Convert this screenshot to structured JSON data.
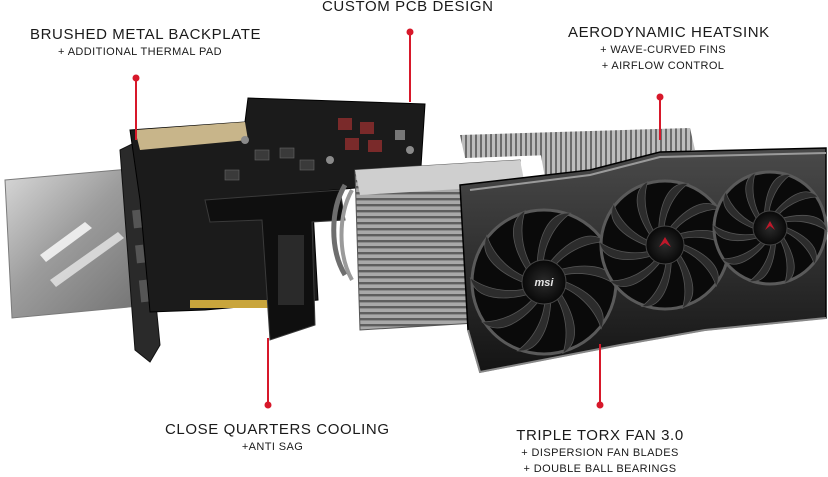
{
  "callouts": {
    "backplate": {
      "title": "BRUSHED METAL BACKPLATE",
      "lines": [
        "+ ADDITIONAL THERMAL PAD"
      ]
    },
    "pcb": {
      "title": "CUSTOM PCB DESIGN",
      "lines": []
    },
    "heatsink": {
      "title": "AERODYNAMIC HEATSINK",
      "lines": [
        "+ WAVE-CURVED FINS",
        "+ AIRFLOW CONTROL"
      ]
    },
    "cooling": {
      "title": "CLOSE QUARTERS COOLING",
      "lines": [
        "+ANTI SAG"
      ]
    },
    "fan": {
      "title": "TRIPLE TORX FAN 3.0",
      "lines": [
        "+ DISPERSION FAN BLADES",
        "+ DOUBLE BALL BEARINGS"
      ]
    }
  },
  "branding": {
    "fan_logo": "msi"
  },
  "colors": {
    "accent_red": "#d7182a",
    "text": "#1a1a1a",
    "background": "#ffffff"
  }
}
